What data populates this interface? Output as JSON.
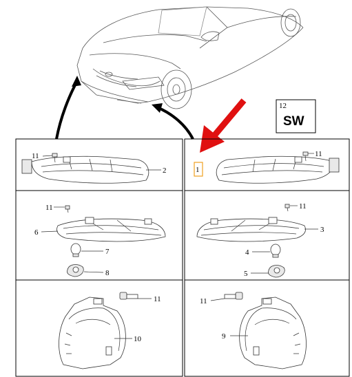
{
  "code_box": {
    "number": "12",
    "code": "SW"
  },
  "callouts": {
    "lamp_right_upper": "1",
    "lamp_left_upper": "2",
    "lamp_right_middle": "3",
    "bulb_right": "4",
    "socket_right": "5",
    "lamp_left_middle": "6",
    "bulb_left": "7",
    "socket_left": "8",
    "housing_right": "9",
    "housing_left": "10",
    "screw_tl": "11",
    "screw_tr": "11",
    "screw_ml": "11",
    "screw_mr": "11",
    "screw_bl": "11",
    "screw_br": "11"
  },
  "colors": {
    "arrow": "#e01010",
    "highlight": "#f0a020",
    "line": "#333333"
  }
}
